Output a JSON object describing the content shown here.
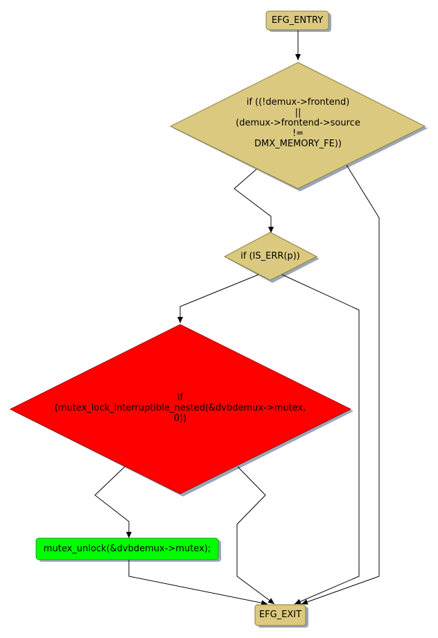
{
  "colors": {
    "terminal_fill": "#dbc980",
    "decision_fill": "#dbc980",
    "error_fill": "#ff0000",
    "action_fill": "#00ff00",
    "edge": "#000000",
    "shadow": "#9aa6b8"
  },
  "nodes": {
    "entry": {
      "label": "EFG_ENTRY"
    },
    "cond_frontend": {
      "label": "if ((!demux->frontend)\n||\n(demux->frontend->source\n!=\nDMX_MEMORY_FE))"
    },
    "cond_is_err": {
      "label": "if (IS_ERR(p))"
    },
    "cond_mutex_lock": {
      "label": "if\n(mutex_lock_interruptible_nested(&dvbdemux->mutex,\n0))"
    },
    "action_unlock": {
      "label": "mutex_unlock(&dvbdemux->mutex);"
    },
    "exit": {
      "label": "EFG_EXIT"
    }
  }
}
